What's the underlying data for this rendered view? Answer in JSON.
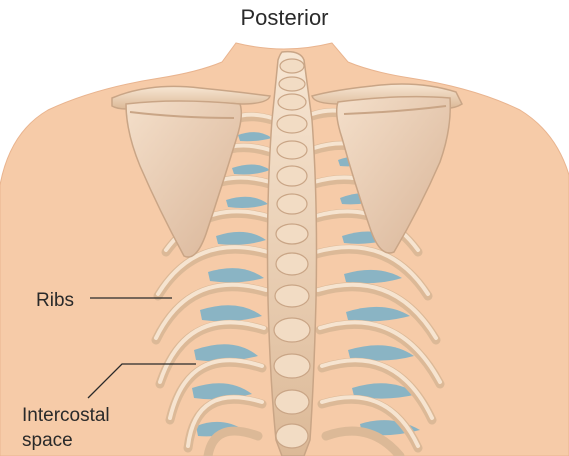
{
  "figure": {
    "title": "Posterior",
    "labels": {
      "ribs": "Ribs",
      "intercostal_line1": "Intercostal",
      "intercostal_line2": "space"
    }
  },
  "colors": {
    "skin": "#f6cba8",
    "skin_shade": "#e9b48f",
    "bone": "#f2dcc4",
    "bone_shade": "#c9a586",
    "intercostal_space": "#7fb2c8",
    "leader_line": "#2a2a2a"
  }
}
